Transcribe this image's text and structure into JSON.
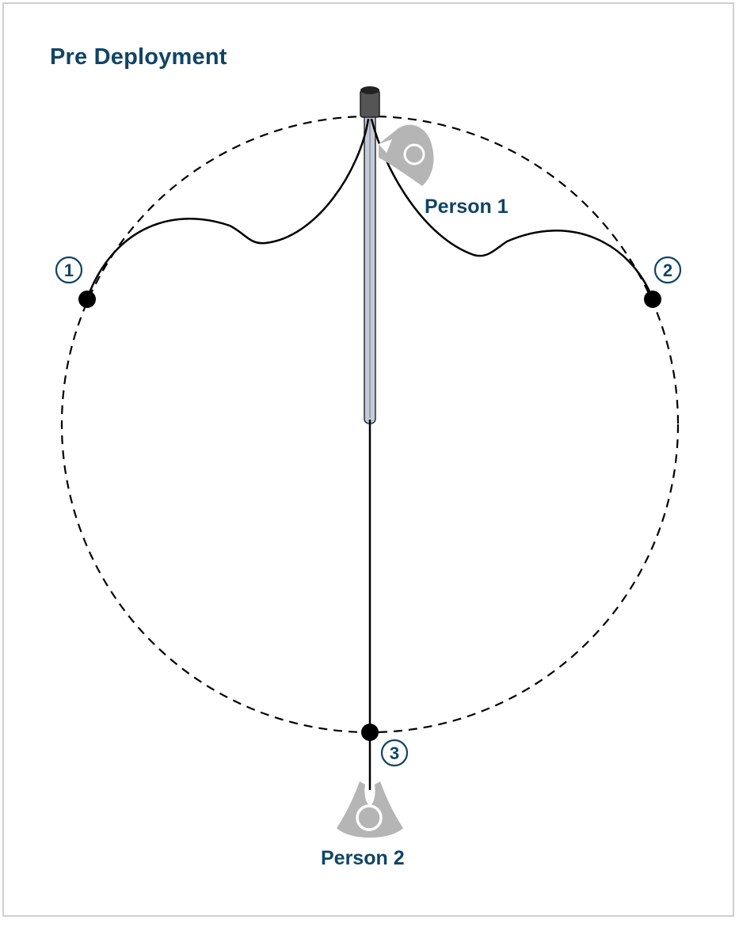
{
  "title": "Pre Deployment",
  "people": [
    {
      "label": "Person 1"
    },
    {
      "label": "Person 2"
    }
  ],
  "markers": [
    {
      "number": "1"
    },
    {
      "number": "2"
    },
    {
      "number": "3"
    }
  ],
  "colors": {
    "title": "#0f4466",
    "person_icon": "#b5b5b5",
    "pole_fill": "#c3cad8",
    "pole_cap": "#555555",
    "line": "#000000",
    "frame_border": "#cfcfcf"
  },
  "icons": [
    "person-icon",
    "pole-icon"
  ]
}
